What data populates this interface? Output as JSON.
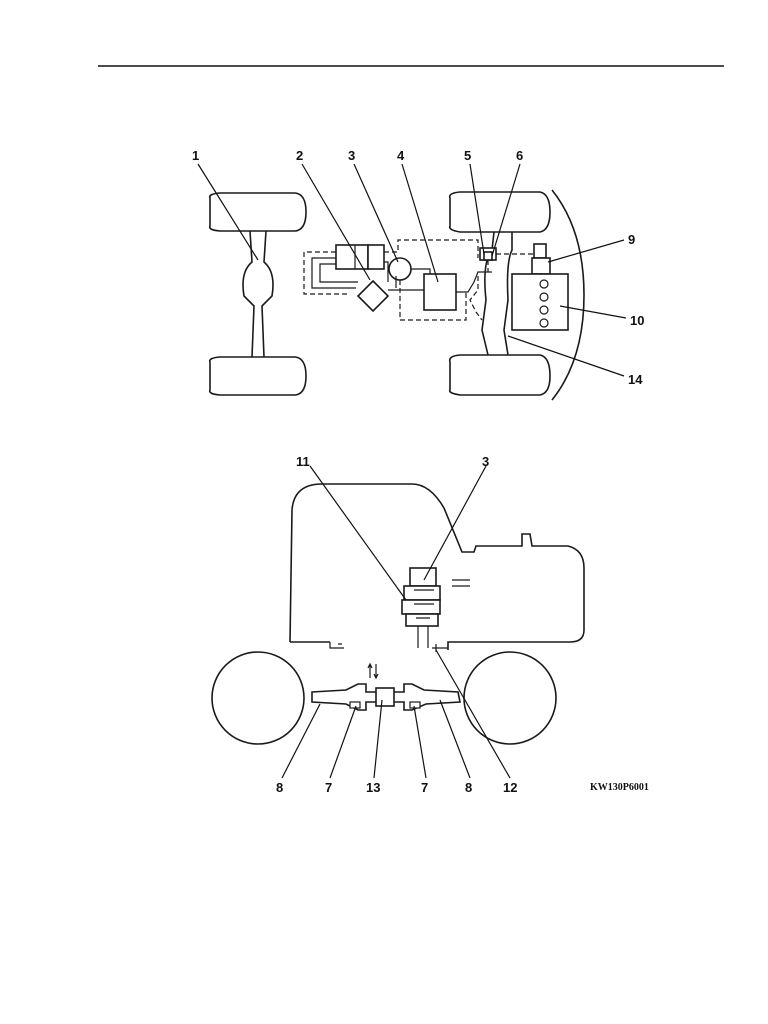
{
  "figure_id": "KW130P6001",
  "top_view": {
    "callouts": [
      "1",
      "2",
      "3",
      "4",
      "5",
      "6",
      "9",
      "10",
      "14"
    ]
  },
  "side_view": {
    "callouts": [
      "11",
      "3",
      "8",
      "7",
      "13",
      "7",
      "8",
      "12"
    ]
  },
  "colors": {
    "ink": "#1a1a1a",
    "paper": "#ffffff"
  }
}
